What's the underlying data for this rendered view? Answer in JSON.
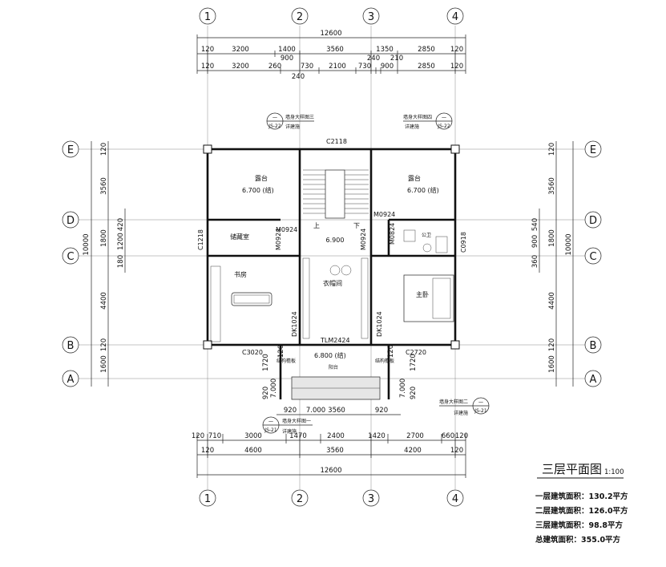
{
  "axes": {
    "vertical": [
      "1",
      "2",
      "3",
      "4"
    ],
    "horizontal": [
      "E",
      "D",
      "C",
      "B",
      "A"
    ]
  },
  "dims": {
    "top_total": "12600",
    "top_row1": [
      "120",
      "3200",
      "1400",
      "3560",
      "1350",
      "2850",
      "120"
    ],
    "top_row1_sub": "900",
    "top_row2": [
      "120",
      "3200",
      "260",
      "730",
      "2100",
      "730",
      "240",
      "210",
      "900",
      "2850",
      "120"
    ],
    "top_row2_sub": "240",
    "bottom_row1": [
      "120",
      "710",
      "3000",
      "1470",
      "2400",
      "1420",
      "2700",
      "660",
      "120"
    ],
    "bottom_row2": [
      "120",
      "4600",
      "3560",
      "4200",
      "120"
    ],
    "bottom_total": "12600",
    "balcony_row": [
      "920",
      "7.000",
      "3560",
      "920"
    ],
    "left_outer": "10000",
    "left_row1": [
      "120",
      "3560",
      "1800",
      "4400",
      "1600",
      "120"
    ],
    "left_row2": [
      "420",
      "1200",
      "180",
      "120"
    ],
    "right_outer": "10000",
    "right_row1": [
      "120",
      "3560",
      "1800",
      "4400",
      "1600",
      "120"
    ],
    "right_row2": [
      "540",
      "900",
      "360",
      "120"
    ],
    "balcony_side": [
      "1720",
      "920",
      "7.000"
    ]
  },
  "rooms": {
    "terrace_left": "露台",
    "terrace_left_level": "6.700 (结)",
    "terrace_right": "露台",
    "terrace_right_level": "6.700 (结)",
    "storage": "储藏室",
    "study": "书房",
    "closet": "衣帽间",
    "master_bedroom": "主卧",
    "bathroom": "公卫",
    "balcony": "阳台",
    "balcony_level": "6.800 (结)",
    "stair_level": "6.900",
    "up": "上",
    "down": "下"
  },
  "openings": {
    "c2118": "C2118",
    "m0924_a": "M0924",
    "m0924_b": "M0924",
    "m0924_c": "M0924",
    "m0924_d": "M0924",
    "m0824": "M0824",
    "c1218": "C1218",
    "c0918": "C0918",
    "dk1024_a": "DK1024",
    "dk1024_b": "DK1024",
    "tlm2424": "TLM2424",
    "c3020": "C3020",
    "c2720": "C2720"
  },
  "details": {
    "d3_title": "墙身大样图三",
    "d3_sub": "详建施",
    "d3_ref": "JS-22",
    "d4_title": "墙身大样图四",
    "d4_sub": "详建施",
    "d4_ref": "JS-22",
    "d2_title": "墙身大样图二",
    "d2_sub": "详建施",
    "d2_ref": "JS-21",
    "d1_title": "墙身大样图一",
    "d1_sub": "详建施",
    "d1_ref": "JS-21",
    "dash": "一",
    "railing_l": "结构檐板",
    "railing_r": "结构檐板"
  },
  "title": {
    "name": "三层平面图",
    "scale": "1:100"
  },
  "summary": [
    "一层建筑面积：130.2平方",
    "二层建筑面积：126.0平方",
    "三层建筑面积：98.8平方",
    "总建筑面积：355.0平方"
  ]
}
